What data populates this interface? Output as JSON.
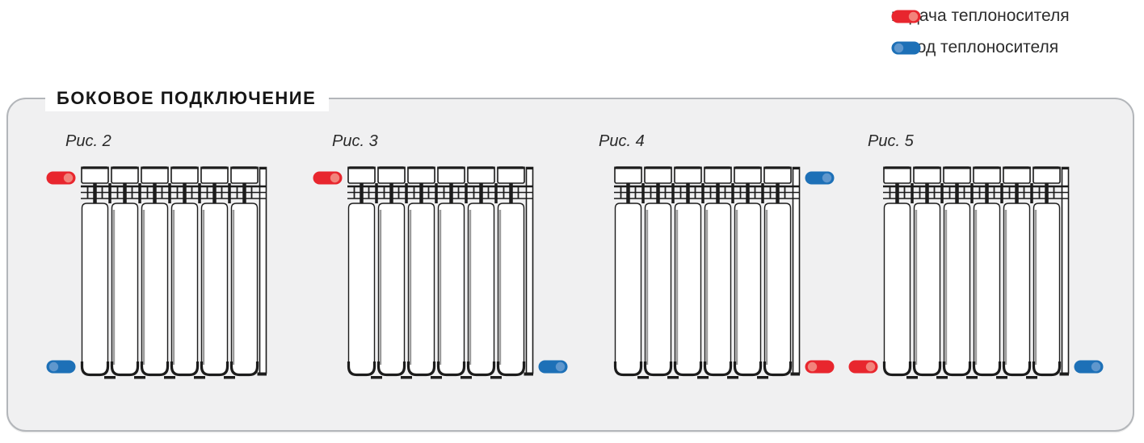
{
  "legend": {
    "items": [
      {
        "id": "supply",
        "label": "подача теплоносителя",
        "icon": "supply-pill-icon",
        "knob": "right"
      },
      {
        "id": "return",
        "label": "отвод теплоносителя",
        "icon": "return-pill-icon",
        "knob": "left"
      }
    ]
  },
  "panel": {
    "title": "БОКОВОЕ ПОДКЛЮЧЕНИЕ"
  },
  "figures": [
    {
      "label": "Рис. 2",
      "sections": 6,
      "connections": [
        {
          "type": "supply",
          "position": "top-left",
          "knob": "right"
        },
        {
          "type": "return",
          "position": "bottom-left",
          "knob": "left"
        }
      ]
    },
    {
      "label": "Рис. 3",
      "sections": 6,
      "connections": [
        {
          "type": "supply",
          "position": "top-left",
          "knob": "right"
        },
        {
          "type": "return",
          "position": "bottom-right",
          "knob": "right"
        }
      ]
    },
    {
      "label": "Рис. 4",
      "sections": 6,
      "connections": [
        {
          "type": "return",
          "position": "top-right",
          "knob": "right"
        },
        {
          "type": "supply",
          "position": "bottom-right",
          "knob": "left"
        }
      ]
    },
    {
      "label": "Рис. 5",
      "sections": 6,
      "connections": [
        {
          "type": "supply",
          "position": "bottom-left",
          "knob": "right"
        },
        {
          "type": "return",
          "position": "bottom-right",
          "knob": "right"
        }
      ]
    }
  ],
  "colors": {
    "supply": "#e8262e",
    "supply_knob": "#f2837b",
    "return": "#1d70b7",
    "return_knob": "#5f97cd",
    "line": "#1c1c1c",
    "shadow": "#9c9c9c",
    "panel_bg": "#f0f0f1",
    "panel_border": "#b3b6ba"
  }
}
